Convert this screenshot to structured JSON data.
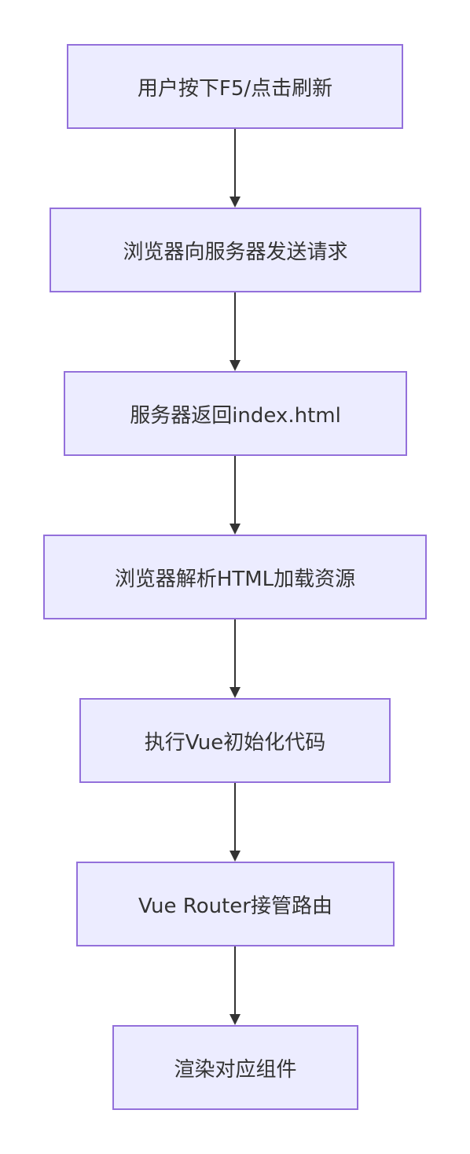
{
  "diagram": {
    "type": "flowchart",
    "direction": "top-down",
    "colors": {
      "node_fill": "#ececff",
      "node_border": "#9370db",
      "text": "#333333",
      "edge": "#333333"
    },
    "nodes": [
      {
        "id": "n1",
        "label": "用户按下F5/点击刷新"
      },
      {
        "id": "n2",
        "label": "浏览器向服务器发送请求"
      },
      {
        "id": "n3",
        "label": "服务器返回index.html"
      },
      {
        "id": "n4",
        "label": "浏览器解析HTML加载资源"
      },
      {
        "id": "n5",
        "label": "执行Vue初始化代码"
      },
      {
        "id": "n6",
        "label": "Vue Router接管路由"
      },
      {
        "id": "n7",
        "label": "渲染对应组件"
      }
    ],
    "edges": [
      {
        "from": "n1",
        "to": "n2"
      },
      {
        "from": "n2",
        "to": "n3"
      },
      {
        "from": "n3",
        "to": "n4"
      },
      {
        "from": "n4",
        "to": "n5"
      },
      {
        "from": "n5",
        "to": "n6"
      },
      {
        "from": "n6",
        "to": "n7"
      }
    ]
  }
}
